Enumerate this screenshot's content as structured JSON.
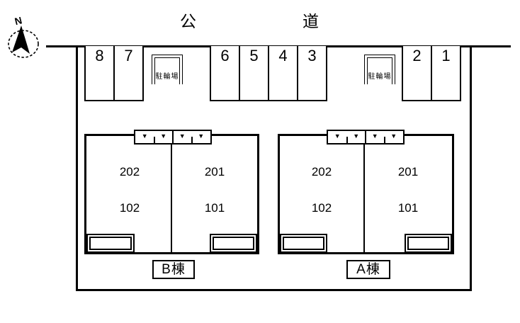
{
  "colors": {
    "ink": "#000000",
    "paper": "#ffffff"
  },
  "compass": {
    "north": "N"
  },
  "road": {
    "label_parts": [
      "公",
      "道"
    ]
  },
  "parking": {
    "groups": [
      {
        "stalls": [
          "8",
          "7"
        ]
      },
      {
        "stalls": [
          "6",
          "5",
          "4",
          "3"
        ]
      },
      {
        "stalls": [
          "2",
          "1"
        ]
      }
    ]
  },
  "bike_sheds": [
    {
      "label": "駐輪場"
    },
    {
      "label": "駐輪場"
    }
  ],
  "markers": {
    "balcony_triangle": "▼"
  },
  "buildings": [
    {
      "name": "B棟",
      "left_unit": {
        "upper": "202",
        "lower": "102"
      },
      "right_unit": {
        "upper": "201",
        "lower": "101"
      }
    },
    {
      "name": "A棟",
      "left_unit": {
        "upper": "202",
        "lower": "102"
      },
      "right_unit": {
        "upper": "201",
        "lower": "101"
      }
    }
  ]
}
